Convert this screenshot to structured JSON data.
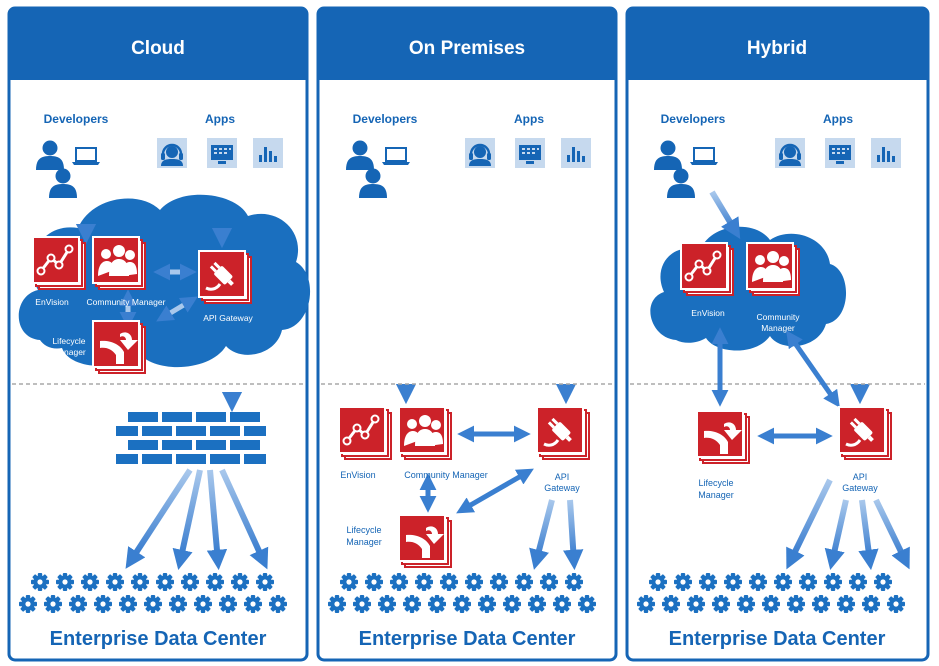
{
  "colors": {
    "brand_blue": "#1565b5",
    "arrow_blue": "#3a7fd0",
    "product_red": "#cc2229",
    "cloud_blue": "#1a6fbf",
    "gear_blue": "#1b70c1",
    "divider_gray": "#a8a8a8"
  },
  "panels": [
    {
      "title": "Cloud",
      "developers_label": "Developers",
      "apps_label": "Apps",
      "products": {
        "envision": "EnVision",
        "community_manager": "Community Manager",
        "api_gateway": "API Gateway",
        "lifecycle_manager_line1": "Lifecycle",
        "lifecycle_manager_line2": "Manager"
      },
      "footer": "Enterprise Data Center"
    },
    {
      "title": "On Premises",
      "developers_label": "Developers",
      "apps_label": "Apps",
      "products": {
        "envision": "EnVision",
        "community_manager": "Community Manager",
        "api_gateway_line1": "API",
        "api_gateway_line2": "Gateway",
        "lifecycle_manager_line1": "Lifecycle",
        "lifecycle_manager_line2": "Manager"
      },
      "footer": "Enterprise Data Center"
    },
    {
      "title": "Hybrid",
      "developers_label": "Developers",
      "apps_label": "Apps",
      "products": {
        "envision": "EnVision",
        "community_manager_line1": "Community",
        "community_manager_line2": "Manager",
        "api_gateway_line1": "API",
        "api_gateway_line2": "Gateway",
        "lifecycle_manager_line1": "Lifecycle",
        "lifecycle_manager_line2": "Manager"
      },
      "footer": "Enterprise Data Center"
    }
  ],
  "icons": {
    "developer": "developer-person-icon",
    "laptop": "laptop-icon",
    "app_headset": "headset-app-icon",
    "app_screen": "screen-app-icon",
    "app_equalizer": "equalizer-app-icon",
    "envision": "line-chart-icon",
    "community_manager": "people-group-icon",
    "api_gateway": "plug-icon",
    "lifecycle_manager": "lifecycle-icon",
    "firewall": "firewall-brick-icon",
    "gear": "gear-icon"
  }
}
